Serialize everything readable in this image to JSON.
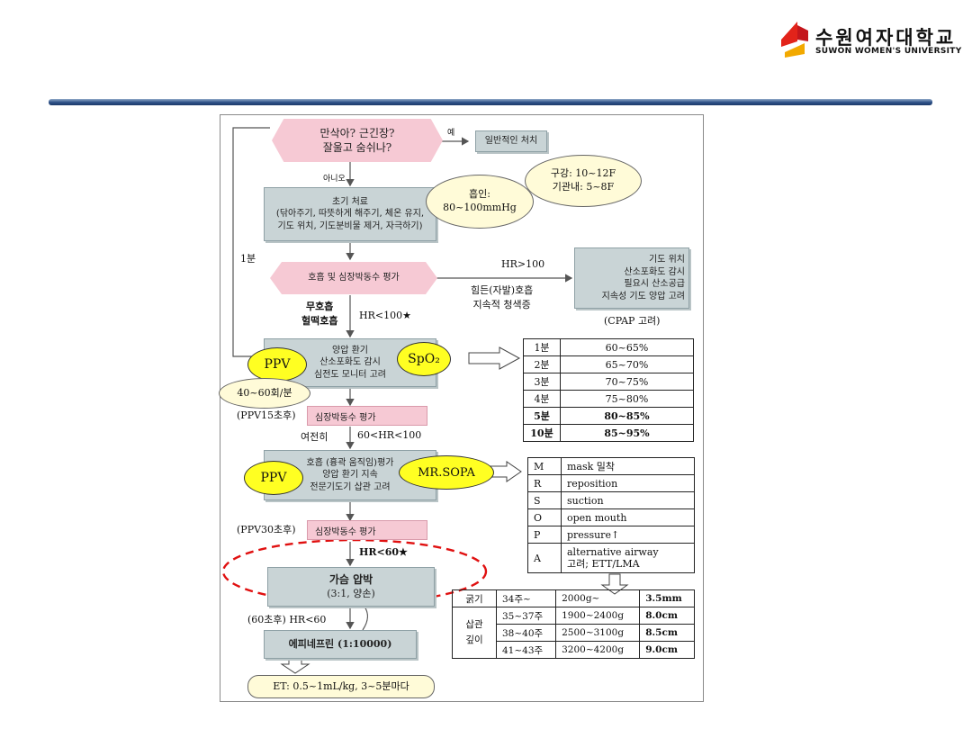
{
  "logo": {
    "name_kr": "수원여자대학교",
    "name_en": "SUWON WOMEN'S UNIVERSITY"
  },
  "flow": {
    "q1": [
      "만삭아? 근긴장?",
      "잘울고 숨쉬나?"
    ],
    "yes_label": "예",
    "routine_care": "일반적인 처치",
    "no_label": "아니오",
    "initial_care": [
      "초기 처료",
      "(닦아주기, 따뜻하게 해주기, 체온 유지,",
      "기도 위치, 기도분비물 제거, 자극하기)"
    ],
    "cloud_suction": [
      "흡인:",
      "80~100mmHg"
    ],
    "cloud_catheter": [
      "구강: 10~12F",
      "기관내: 5~8F"
    ],
    "one_min": "1분",
    "eval_hr": "호흡 및 심장박동수 평가",
    "hr_over_100": "HR>100",
    "labored": [
      "힘든(자발)호흡",
      "지속적 청색증"
    ],
    "airway_box": [
      "기도 위치",
      "산소포화도 감시",
      "필요시 산소공급",
      "지속성 기도 양압 고려"
    ],
    "cpap": "(CPAP 고려)",
    "apnea": [
      "무호흡",
      "헐떡호흡"
    ],
    "hr_under_100": "HR<100★",
    "ppv_box": [
      "양압 환기",
      "산소포화도 감시",
      "심전도 모니터 고려"
    ],
    "ppv_label": "PPV",
    "spo2_label": "SpO₂",
    "rate": "40~60회/분",
    "ppv15": "(PPV15초후)",
    "eval_hr2": "심장박동수 평가",
    "still": "여전히",
    "hr_60_100": "60<HR<100",
    "mr_box": [
      "호흡 (흉곽 움직임)평가",
      "양압 환기 지속",
      "전문기도기 삽관 고려"
    ],
    "mrsopa": "MR.SOPA",
    "ppv30": "(PPV30초후)",
    "eval_hr3": "심장박동수 평가",
    "hr_under_60": "HR<60★",
    "compress": [
      "가슴 압박",
      "(3:1, 양손)"
    ],
    "sec60": "(60초후) HR<60",
    "epi": "에피네프린 (1:10000)",
    "et_dose": "ET: 0.5~1mL/kg, 3~5분마다"
  },
  "spo2_table": [
    [
      "1분",
      "60~65%"
    ],
    [
      "2분",
      "65~70%"
    ],
    [
      "3분",
      "70~75%"
    ],
    [
      "4분",
      "75~80%"
    ],
    [
      "5분",
      "80~85%"
    ],
    [
      "10분",
      "85~95%"
    ]
  ],
  "sopa_table": [
    [
      "M",
      "mask 밀착"
    ],
    [
      "R",
      "reposition"
    ],
    [
      "S",
      "suction"
    ],
    [
      "O",
      "open mouth"
    ],
    [
      "P",
      "pressure↑"
    ],
    [
      "A",
      "alternative airway",
      "고려; ETT/LMA"
    ]
  ],
  "tube_table": {
    "size_label": "굵기",
    "depth_label": [
      "삽관",
      "깊이"
    ],
    "size_row": [
      "34주~",
      "2000g~",
      "3.5mm"
    ],
    "depth_rows": [
      [
        "35~37주",
        "1900~2400g",
        "8.0cm"
      ],
      [
        "38~40주",
        "2500~3100g",
        "8.5cm"
      ],
      [
        "41~43주",
        "3200~4200g",
        "9.0cm"
      ]
    ]
  }
}
